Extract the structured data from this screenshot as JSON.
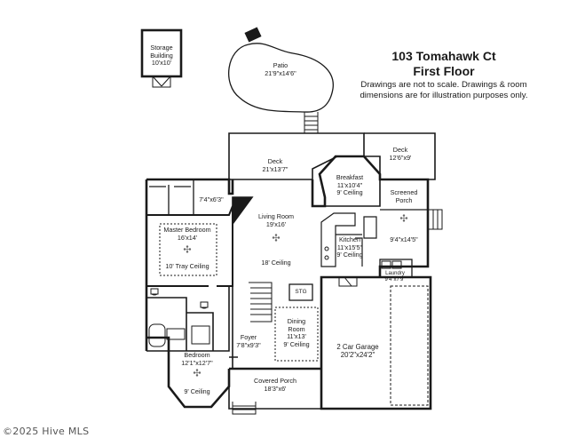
{
  "header": {
    "address": "103 Tomahawk Ct",
    "floor": "First Floor",
    "disclaimer_line1": "Drawings are not to scale. Drawings & room",
    "disclaimer_line2": "dimensions are for illustration purposes only."
  },
  "rooms": {
    "storage": {
      "line1": "Storage",
      "line2": "Building",
      "line3": "10'x10'"
    },
    "patio": {
      "name": "Patio",
      "dims": "21'9\"x14'6\""
    },
    "deck_main": {
      "name": "Deck",
      "dims": "21'x13'7\""
    },
    "deck_right": {
      "name": "Deck",
      "dims": "12'6\"x9'"
    },
    "breakfast": {
      "name": "Breakfast",
      "dims": "11'x10'4\"",
      "ceiling": "9' Ceiling"
    },
    "screened": {
      "line1": "Screened",
      "line2": "Porch",
      "dims": "9'4\"x14'5\""
    },
    "closet": {
      "dims": "7'4\"x6'3\""
    },
    "master": {
      "name": "Master Bedroom",
      "dims": "16'x14'",
      "ceiling": "10' Tray Ceiling"
    },
    "living": {
      "name": "Living Room",
      "dims": "19'x16'",
      "ceiling": "18' Ceiling"
    },
    "kitchen": {
      "name": "Kitchen",
      "dims": "11'x15'5\"",
      "ceiling": "9' Ceiling"
    },
    "laundry": {
      "name": "Laundry",
      "dims": "9'4\"x7'9\""
    },
    "stg": {
      "name": "STG"
    },
    "dining": {
      "name": "Dining",
      "line2": "Room",
      "dims": "11'x13'",
      "ceiling": "9' Ceiling"
    },
    "foyer": {
      "name": "Foyer",
      "dims": "7'8\"x9'3\""
    },
    "garage": {
      "name": "2 Car Garage",
      "dims": "20'2\"x24'2\""
    },
    "bedroom": {
      "name": "Bedroom",
      "dims": "12'1\"x12'7\"",
      "ceiling": "9' Ceiling"
    },
    "porch": {
      "name": "Covered Porch",
      "dims": "18'3\"x6'"
    }
  },
  "watermark": "©2025 Hive MLS",
  "colors": {
    "wall": "#1a1a1a",
    "fixture": "#555555",
    "background": "#ffffff"
  }
}
